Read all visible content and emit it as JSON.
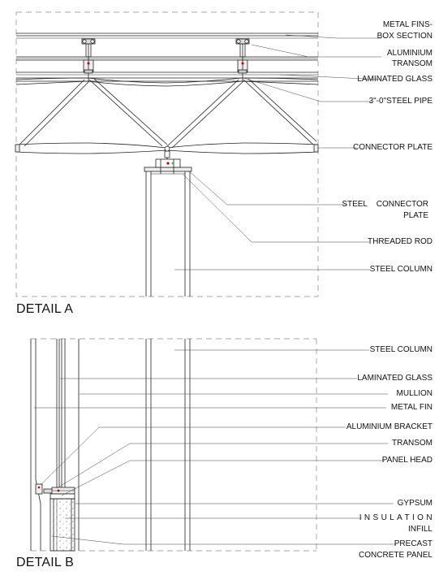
{
  "detail_a": {
    "title": "DETAIL A",
    "labels": {
      "metal_fins_line1": "METAL FINS-",
      "metal_fins_line2": "BOX SECTION",
      "aluminium_transom_line1": "ALUMINIUM",
      "aluminium_transom_line2": "TRANSOM",
      "laminated_glass": "LAMINATED GLASS",
      "steel_pipe": "3\"-0\"STEEL PIPE",
      "connector_plate": "CONNECTOR PLATE",
      "steel_connector_line1": "STEEL    CONNECTOR",
      "steel_connector_line2": "PLATE",
      "threaded_rod": "THREADED ROD",
      "steel_column": "STEEL COLUMN"
    }
  },
  "detail_b": {
    "title": "DETAIL B",
    "labels": {
      "steel_column": "STEEL COLUMN",
      "laminated_glass": "LAMINATED GLASS",
      "mullion": "MULLION",
      "metal_fin": "METAL FIN",
      "aluminium_bracket": "ALUMINIUM BRACKET",
      "transom": "TRANSOM",
      "panel_head": "PANEL HEAD",
      "gypsum": "GYPSUM",
      "insulation_line1": "INSULATION",
      "insulation_line2": "INFILL",
      "precast_line1": "PRECAST",
      "precast_line2": "CONCRETE PANEL"
    }
  }
}
